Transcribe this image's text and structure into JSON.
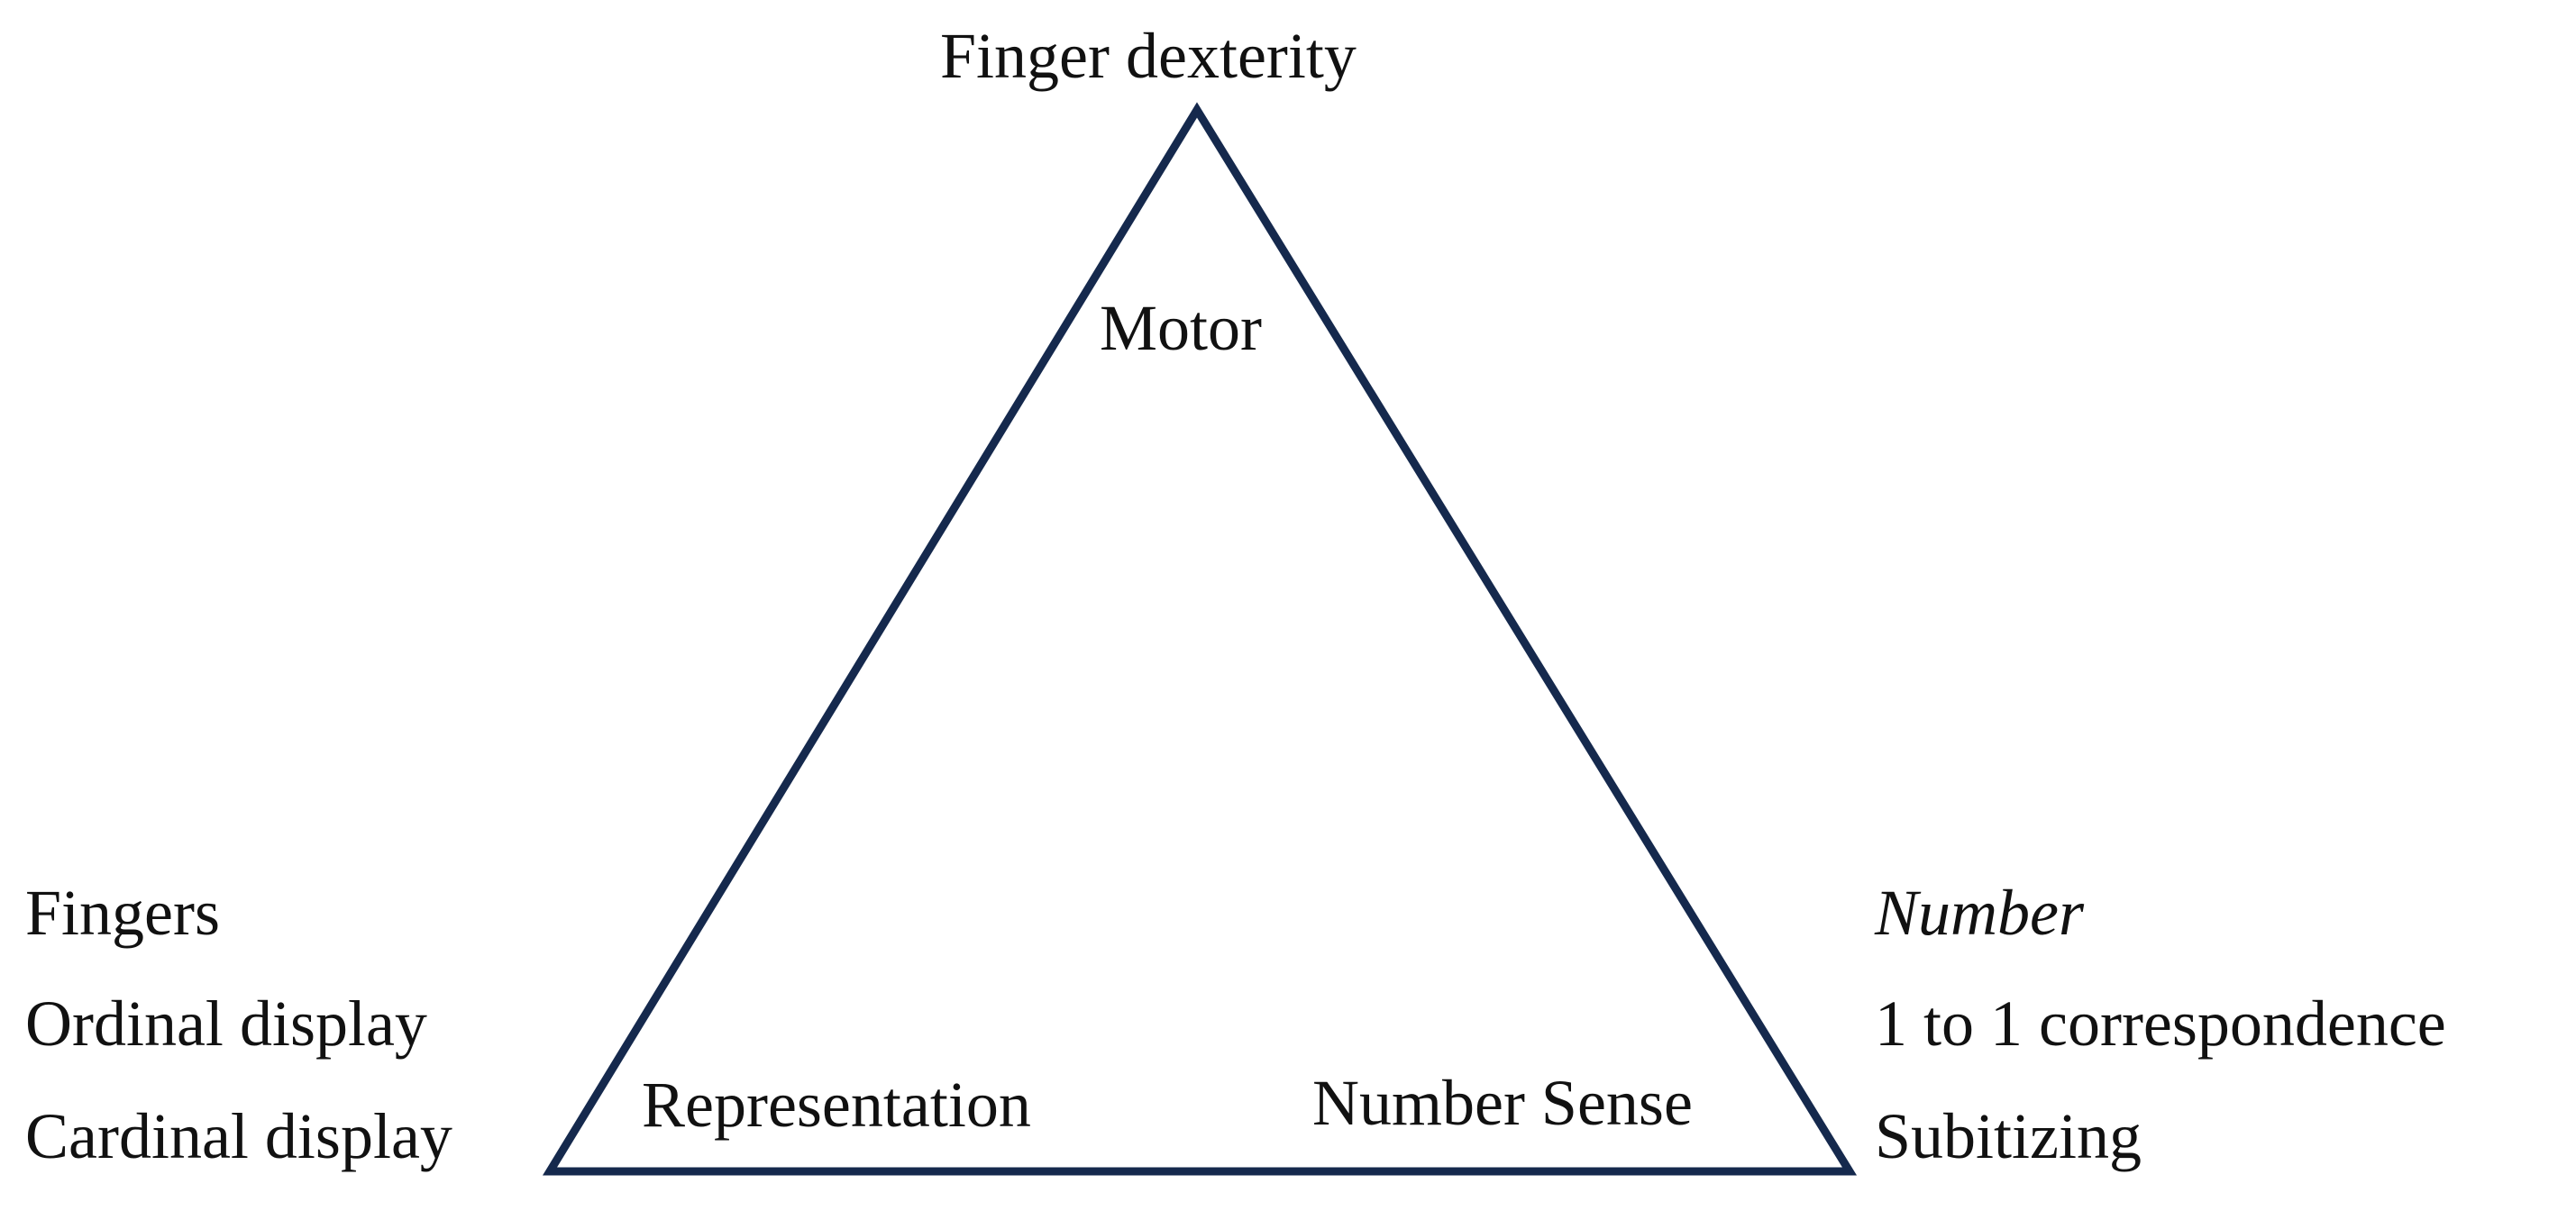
{
  "diagram": {
    "stroke_color": "#15294d",
    "text_color": "#111111",
    "top_vertex": {
      "outer_label": "Finger dexterity",
      "inner_label": "Motor"
    },
    "left_vertex": {
      "inner_label": "Representation",
      "outer_items": [
        "Fingers",
        "Ordinal display",
        "Cardinal display"
      ]
    },
    "right_vertex": {
      "inner_label": "Number Sense",
      "outer_items": [
        "Number",
        "1 to 1 correspondence",
        "Subitizing"
      ]
    }
  }
}
